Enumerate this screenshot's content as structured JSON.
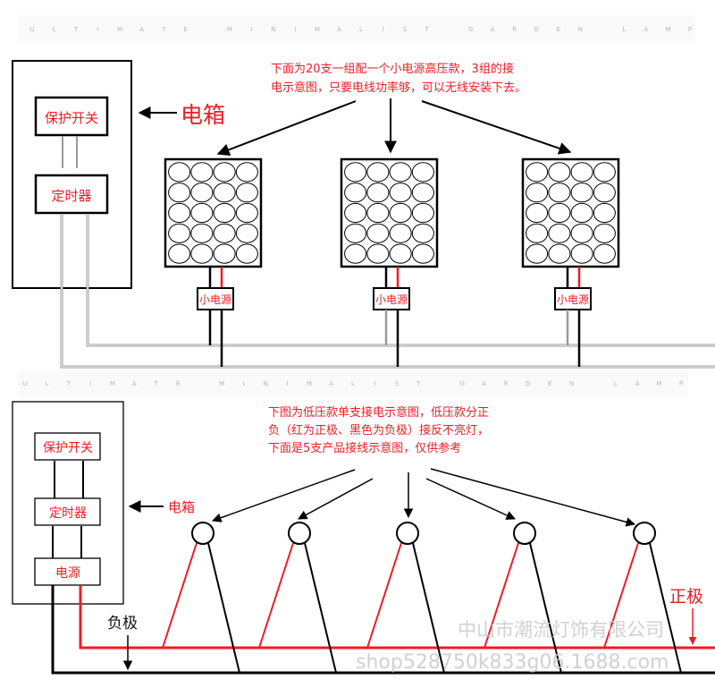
{
  "banner": {
    "letters": [
      "U",
      "L",
      "T",
      "I",
      "M",
      "A",
      "T",
      "E",
      "",
      "M",
      "I",
      "N",
      "I",
      "M",
      "A",
      "L",
      "I",
      "S",
      "T",
      "",
      "G",
      "A",
      "R",
      "D",
      "E",
      "N",
      "",
      "L",
      "A",
      "M",
      "P"
    ],
    "text": "ULTIMATE MINIMALIST GARDEN LAMP"
  },
  "top_section": {
    "description_line1": "下面为20支一组配一个小电源高压款，3组的接",
    "description_line2": "电示意图，只要电线功率够，可以无线安装下去。",
    "electric_box_label": "电箱",
    "protection_switch_label": "保护开关",
    "timer_label": "定时器",
    "small_power_label": "小电源",
    "group_count": 3,
    "lamps_per_group": 20,
    "grid_rows": 5,
    "grid_cols": 4
  },
  "bottom_section": {
    "description_line1": "下图为低压款单支接电示意图，低压款分正",
    "description_line2": "负（红为正极、黑色为负极）接反不亮灯，",
    "description_line3": "下面是5支产品接线示意图，仅供参考",
    "electric_box_label": "电箱",
    "protection_switch_label": "保护开关",
    "timer_label": "定时器",
    "power_label": "电源",
    "negative_label": "负极",
    "positive_label": "正极",
    "lamp_count": 5
  },
  "watermark": {
    "company": "中山市潮流灯饰有限公司",
    "url": "shop528750k833g06.1688.com"
  },
  "colors": {
    "positive_wire": "#ee1c24",
    "negative_wire": "#000000",
    "bus_wire": "#9a9a9a",
    "label_red": "#ee1c24"
  }
}
